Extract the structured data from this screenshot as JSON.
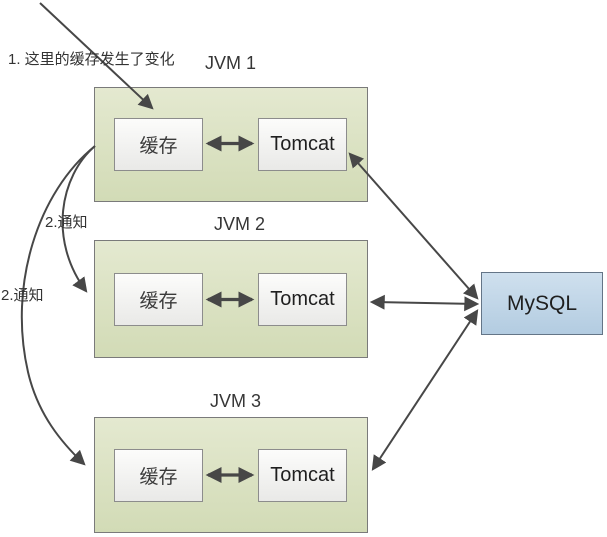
{
  "annotations": {
    "step1": "1. 这里的缓存发生了变化",
    "notify_jvm2": "2.通知",
    "notify_jvm3": "2.通知"
  },
  "nodes": {
    "jvm1": {
      "label": "JVM 1",
      "cache": "缓存",
      "server": "Tomcat"
    },
    "jvm2": {
      "label": "JVM 2",
      "cache": "缓存",
      "server": "Tomcat"
    },
    "jvm3": {
      "label": "JVM 3",
      "cache": "缓存",
      "server": "Tomcat"
    },
    "mysql": {
      "label": "MySQL"
    }
  },
  "edges": [
    {
      "name": "change-pointer",
      "from": "external",
      "to": "jvm1.cache",
      "style": "single-arrow"
    },
    {
      "name": "notify-jvm2",
      "from": "jvm1.cache",
      "to": "jvm2",
      "style": "curved-single-arrow"
    },
    {
      "name": "notify-jvm3",
      "from": "jvm1.cache",
      "to": "jvm3",
      "style": "curved-single-arrow"
    },
    {
      "name": "jvm1-cache-tomcat",
      "from": "jvm1.cache",
      "to": "jvm1.server",
      "style": "double-arrow"
    },
    {
      "name": "jvm2-cache-tomcat",
      "from": "jvm2.cache",
      "to": "jvm2.server",
      "style": "double-arrow"
    },
    {
      "name": "jvm3-cache-tomcat",
      "from": "jvm3.cache",
      "to": "jvm3.server",
      "style": "double-arrow"
    },
    {
      "name": "jvm1-mysql",
      "from": "jvm1.server",
      "to": "mysql",
      "style": "double-arrow"
    },
    {
      "name": "jvm2-mysql",
      "from": "jvm2.server",
      "to": "mysql",
      "style": "double-arrow"
    },
    {
      "name": "jvm3-mysql",
      "from": "jvm3.server",
      "to": "mysql",
      "style": "double-arrow"
    }
  ],
  "colors": {
    "jvm_fill_top": "#e4e9d0",
    "jvm_fill_bottom": "#d2dbb6",
    "jvm_border": "#7a7a7a",
    "inner_fill_top": "#fcfcfb",
    "inner_fill_bottom": "#e9e9e7",
    "inner_border": "#8c8c8c",
    "mysql_fill_top": "#cfe0ee",
    "mysql_fill_bottom": "#b3cce1",
    "mysql_border": "#647587",
    "arrow": "#474747",
    "text": "#2e2e2e"
  }
}
